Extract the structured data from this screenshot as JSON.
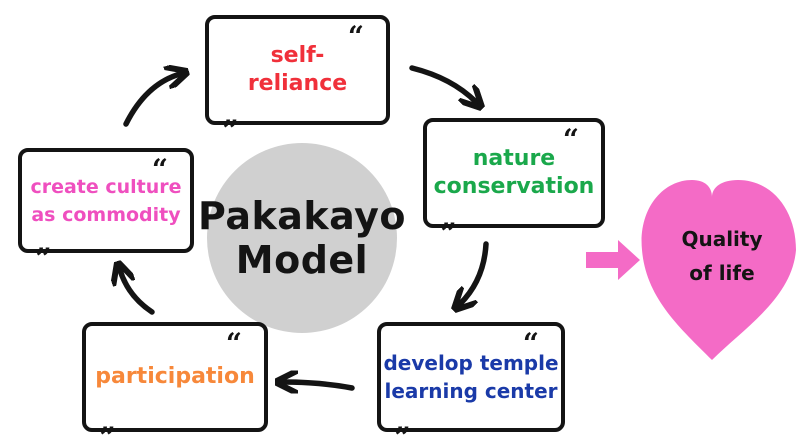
{
  "diagram": {
    "center": {
      "line1": "Pakakayo",
      "line2": "Model"
    },
    "steps": [
      {
        "id": "self-reliance",
        "line1": "self-",
        "line2": "reliance",
        "color": "#f0303a"
      },
      {
        "id": "nature-conservation",
        "line1": "nature",
        "line2": "conservation",
        "color": "#1aa84b"
      },
      {
        "id": "develop-temple",
        "line1": "develop temple",
        "line2": "learning center",
        "color": "#1a3aa8"
      },
      {
        "id": "participation",
        "line1": "participation",
        "color": "#f7883a"
      },
      {
        "id": "create-culture",
        "line1": "create culture",
        "line2": "as commodity",
        "color": "#ef4fbf"
      }
    ],
    "outcome": {
      "line1": "Quality",
      "line2": "of life",
      "heart_color": "#f46bc6",
      "arrow_color": "#f46bc6"
    },
    "quote_open": "“",
    "quote_close": "„"
  }
}
